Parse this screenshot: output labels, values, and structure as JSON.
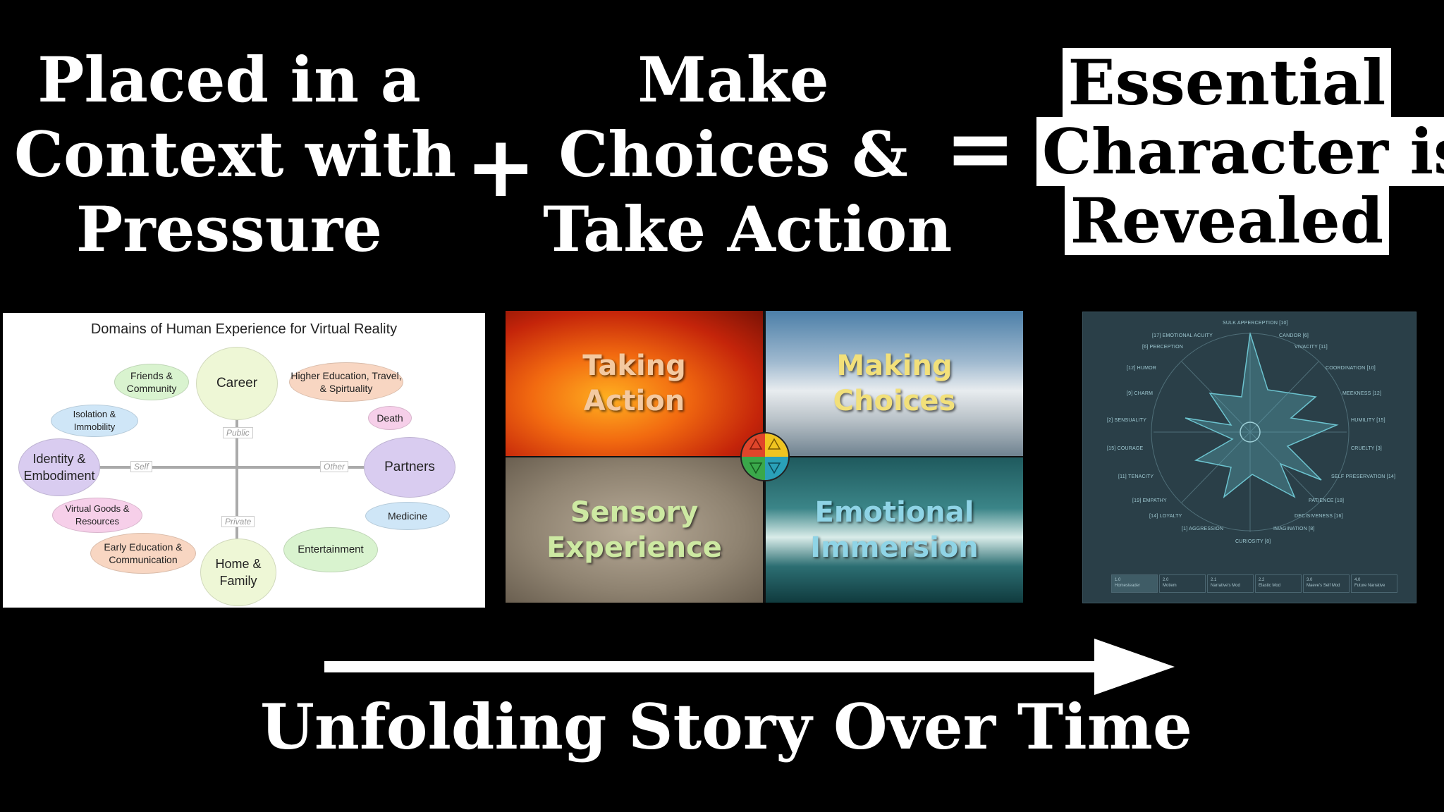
{
  "headline": {
    "left": [
      "Placed in a",
      "Context with",
      "Pressure"
    ],
    "plus": "+",
    "middle": [
      "Make",
      "Choices &",
      "Take Action"
    ],
    "equals": "=",
    "right": [
      "Essential",
      "Character is",
      "Revealed"
    ]
  },
  "domains": {
    "title": "Domains of Human Experience for Virtual Reality",
    "axis": {
      "public": "Public",
      "private": "Private",
      "self": "Self",
      "other": "Other"
    },
    "bubbles": {
      "friends": "Friends & Community",
      "career": "Career",
      "higher_ed": "Higher Education, Travel, & Spirtuality",
      "isolation": "Isolation & Immobility",
      "death": "Death",
      "identity": "Identity & Embodiment",
      "partners": "Partners",
      "virtual_goods": "Virtual Goods & Resources",
      "medicine": "Medicine",
      "early_ed": "Early Education & Communication",
      "home": "Home & Family",
      "entertainment": "Entertainment"
    },
    "colors": {
      "green": "#d9f3cf",
      "blue": "#cfe6f7",
      "orange": "#f8d6c2",
      "purple": "#d9ccf0",
      "pink": "#f6cfe9",
      "yellow_green": "#e4f5c8"
    }
  },
  "quadrants": {
    "taking_action": [
      "Taking",
      "Action"
    ],
    "making_choices": [
      "Making",
      "Choices"
    ],
    "sensory_experience": [
      "Sensory",
      "Experience"
    ],
    "emotional_immersion": [
      "Emotional",
      "Immersion"
    ]
  },
  "radar": {
    "labels": {
      "top": "SULK APPERCEPTION [10]",
      "l1": "[17] EMOTIONAL ACUITY",
      "l2": "[6] PERCEPTION",
      "l3": "[12] HUMOR",
      "l4": "[9] CHARM",
      "l5": "[2] SENSUALITY",
      "l6": "[15] COURAGE",
      "l7": "[11] TENACITY",
      "l8": "[19] EMPATHY",
      "l9": "[14] LOYALTY",
      "l10": "[1] AGGRESSION",
      "bottom": "CURIOSITY [8]",
      "r1": "CANDOR [6]",
      "r2": "VIVACITY [11]",
      "r3": "COORDINATION [10]",
      "r4": "MEEKNESS [12]",
      "r5": "HUMILITY [15]",
      "r6": "CRUELTY [3]",
      "r7": "SELF PRESERVATION [14]",
      "r8": "PATIENCE [18]",
      "r9": "DECISIVENESS [16]",
      "r10": "IMAGINATION [8]"
    },
    "tabs": [
      [
        "1.0",
        "Homesteader"
      ],
      [
        "2.0",
        "Motiem"
      ],
      [
        "2.1",
        "Narrative's Mod"
      ],
      [
        "2.2",
        "Elastic Mod"
      ],
      [
        "3.0",
        "Maeve's Self Mod"
      ],
      [
        "4.0",
        "Future Narrative"
      ]
    ],
    "accent": "#5fb3bf"
  },
  "caption": "Unfolding Story Over Time"
}
